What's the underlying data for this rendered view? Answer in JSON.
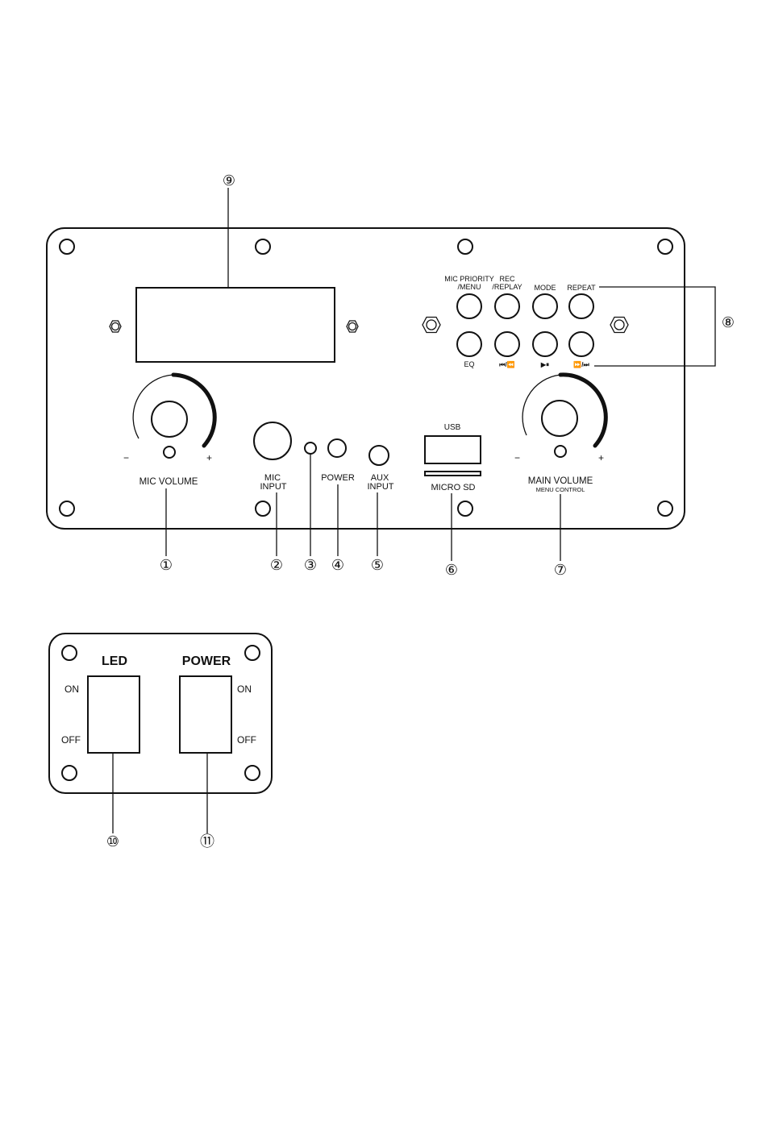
{
  "panel": {
    "buttons_top": {
      "mic_priority_line1": "MIC PRIORITY",
      "mic_priority_line2": "/MENU",
      "rec_line1": "REC",
      "rec_line2": "/REPLAY",
      "mode": "MODE",
      "repeat": "REPEAT"
    },
    "buttons_bottom": {
      "eq": "EQ",
      "prev": "⏮/⏪",
      "play_pause": "▶⏸",
      "next": "⏩/⏭"
    },
    "mic_volume": {
      "label": "MIC VOLUME",
      "minus": "−",
      "plus": "+"
    },
    "mic_input": {
      "line1": "MIC",
      "line2": "INPUT"
    },
    "power": "POWER",
    "aux_input": {
      "line1": "AUX",
      "line2": "INPUT"
    },
    "usb": "USB",
    "micro_sd": "MICRO SD",
    "main_volume": {
      "label": "MAIN VOLUME",
      "sublabel": "MENU CONTROL",
      "minus": "−",
      "plus": "+"
    }
  },
  "callouts": {
    "c1": "①",
    "c2": "②",
    "c3": "③",
    "c4": "④",
    "c5": "⑤",
    "c6": "⑥",
    "c7": "⑦",
    "c8": "⑧",
    "c9": "⑨",
    "c10": "⑩",
    "c11": "⑪"
  },
  "switch_panel": {
    "led_title": "LED",
    "power_title": "POWER",
    "on_left": "ON",
    "off_left": "OFF",
    "on_right": "ON",
    "off_right": "OFF"
  }
}
